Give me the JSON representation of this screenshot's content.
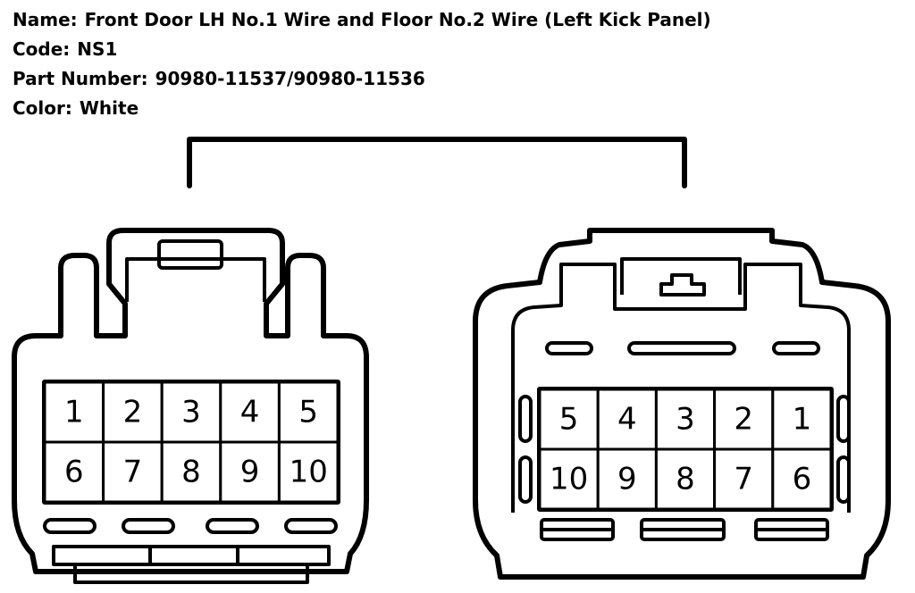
{
  "info": {
    "name_label": "Name:",
    "name_value": "Front Door LH No.1 Wire and Floor No.2 Wire (Left Kick Panel)",
    "code_label": "Code:",
    "code_value": "NS1",
    "part_label": "Part Number:",
    "part_value": "90980-11537/90980-11536",
    "color_label": "Color:",
    "color_value": "White"
  },
  "connectors": {
    "left": {
      "row1": [
        "1",
        "2",
        "3",
        "4",
        "5"
      ],
      "row2": [
        "6",
        "7",
        "8",
        "9",
        "10"
      ]
    },
    "right": {
      "row1": [
        "5",
        "4",
        "3",
        "2",
        "1"
      ],
      "row2": [
        "10",
        "9",
        "8",
        "7",
        "6"
      ]
    }
  }
}
